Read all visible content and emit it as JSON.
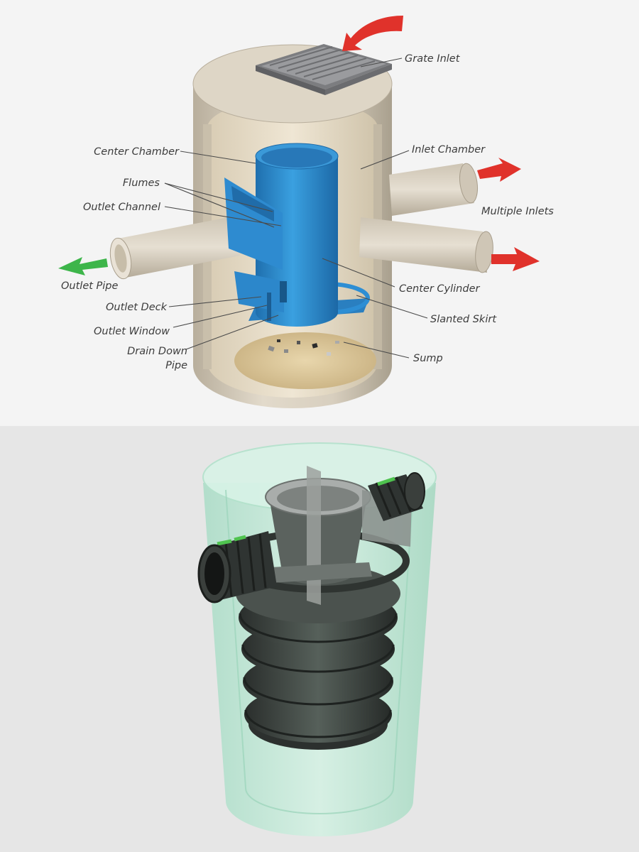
{
  "panels": {
    "top": {
      "background": "#f4f4f4",
      "colors": {
        "concrete": "#d9d1c2",
        "insert_blue": "#2f8fd0",
        "inflow_arrow": "#e0322b",
        "outflow_arrow": "#3db54a",
        "sediment": "#dcc79a"
      },
      "labels": {
        "grate_inlet": "Grate Inlet",
        "center_chamber": "Center Chamber",
        "inlet_chamber": "Inlet Chamber",
        "flumes": "Flumes",
        "outlet_channel": "Outlet Channel",
        "multiple_inlets": "Multiple Inlets",
        "outlet_pipe": "Outlet Pipe",
        "center_cylinder": "Center Cylinder",
        "outlet_deck": "Outlet Deck",
        "slanted_skirt": "Slanted Skirt",
        "outlet_window": "Outlet Window",
        "drain_down_line1": "Drain Down",
        "drain_down_line2": "Pipe",
        "sump": "Sump"
      }
    },
    "bottom": {
      "background": "#e6e6e6",
      "colors": {
        "glass": "#bfe9d6",
        "insert_dark": "#3a3f3c",
        "pipe_accent": "#4fc34f"
      }
    }
  }
}
